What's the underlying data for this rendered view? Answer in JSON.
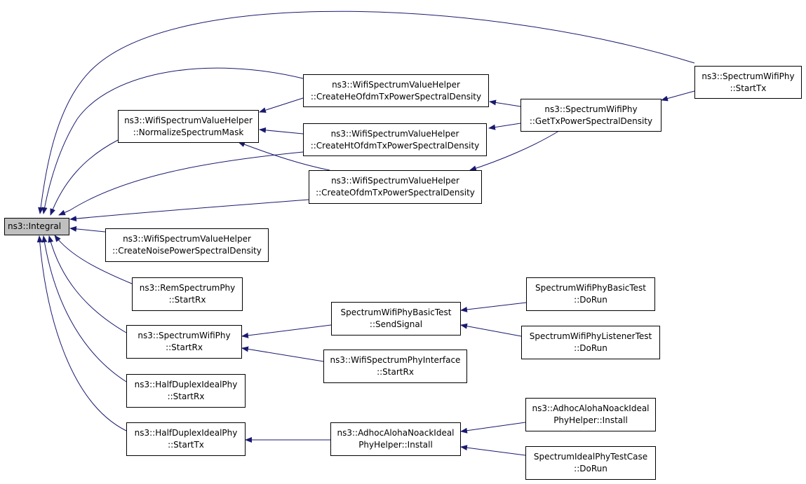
{
  "colors": {
    "edge": "#191970",
    "node_border": "#000000",
    "root_fill": "#bfbfbf",
    "node_fill": "#ffffff"
  },
  "nodes": {
    "integral": {
      "line1": "ns3::Integral"
    },
    "normalize": {
      "line1": "ns3::WifiSpectrumValueHelper",
      "line2": "::NormalizeSpectrumMask"
    },
    "create_he": {
      "line1": "ns3::WifiSpectrumValueHelper",
      "line2": "::CreateHeOfdmTxPowerSpectralDensity"
    },
    "create_ht": {
      "line1": "ns3::WifiSpectrumValueHelper",
      "line2": "::CreateHtOfdmTxPowerSpectralDensity"
    },
    "create_ofdm": {
      "line1": "ns3::WifiSpectrumValueHelper",
      "line2": "::CreateOfdmTxPowerSpectralDensity"
    },
    "get_tx_psd": {
      "line1": "ns3::SpectrumWifiPhy",
      "line2": "::GetTxPowerSpectralDensity"
    },
    "spectrum_starttx": {
      "line1": "ns3::SpectrumWifiPhy",
      "line2": "::StartTx"
    },
    "create_noise": {
      "line1": "ns3::WifiSpectrumValueHelper",
      "line2": "::CreateNoisePowerSpectralDensity"
    },
    "rem_startrx": {
      "line1": "ns3::RemSpectrumPhy",
      "line2": "::StartRx"
    },
    "spectrum_startrx": {
      "line1": "ns3::SpectrumWifiPhy",
      "line2": "::StartRx"
    },
    "send_signal": {
      "line1": "SpectrumWifiPhyBasicTest",
      "line2": "::SendSignal"
    },
    "basic_dorun": {
      "line1": "SpectrumWifiPhyBasicTest",
      "line2": "::DoRun"
    },
    "listener_dorun": {
      "line1": "SpectrumWifiPhyListenerTest",
      "line2": "::DoRun"
    },
    "iface_startrx": {
      "line1": "ns3::WifiSpectrumPhyInterface",
      "line2": "::StartRx"
    },
    "hd_startrx": {
      "line1": "ns3::HalfDuplexIdealPhy",
      "line2": "::StartRx"
    },
    "hd_starttx": {
      "line1": "ns3::HalfDuplexIdealPhy",
      "line2": "::StartTx"
    },
    "aloha_install_1": {
      "line1": "ns3::AdhocAlohaNoackIdeal",
      "line2": "PhyHelper::Install"
    },
    "aloha_install_2": {
      "line1": "ns3::AdhocAlohaNoackIdeal",
      "line2": "PhyHelper::Install"
    },
    "ideal_dorun": {
      "line1": "SpectrumIdealPhyTestCase",
      "line2": "::DoRun"
    }
  }
}
